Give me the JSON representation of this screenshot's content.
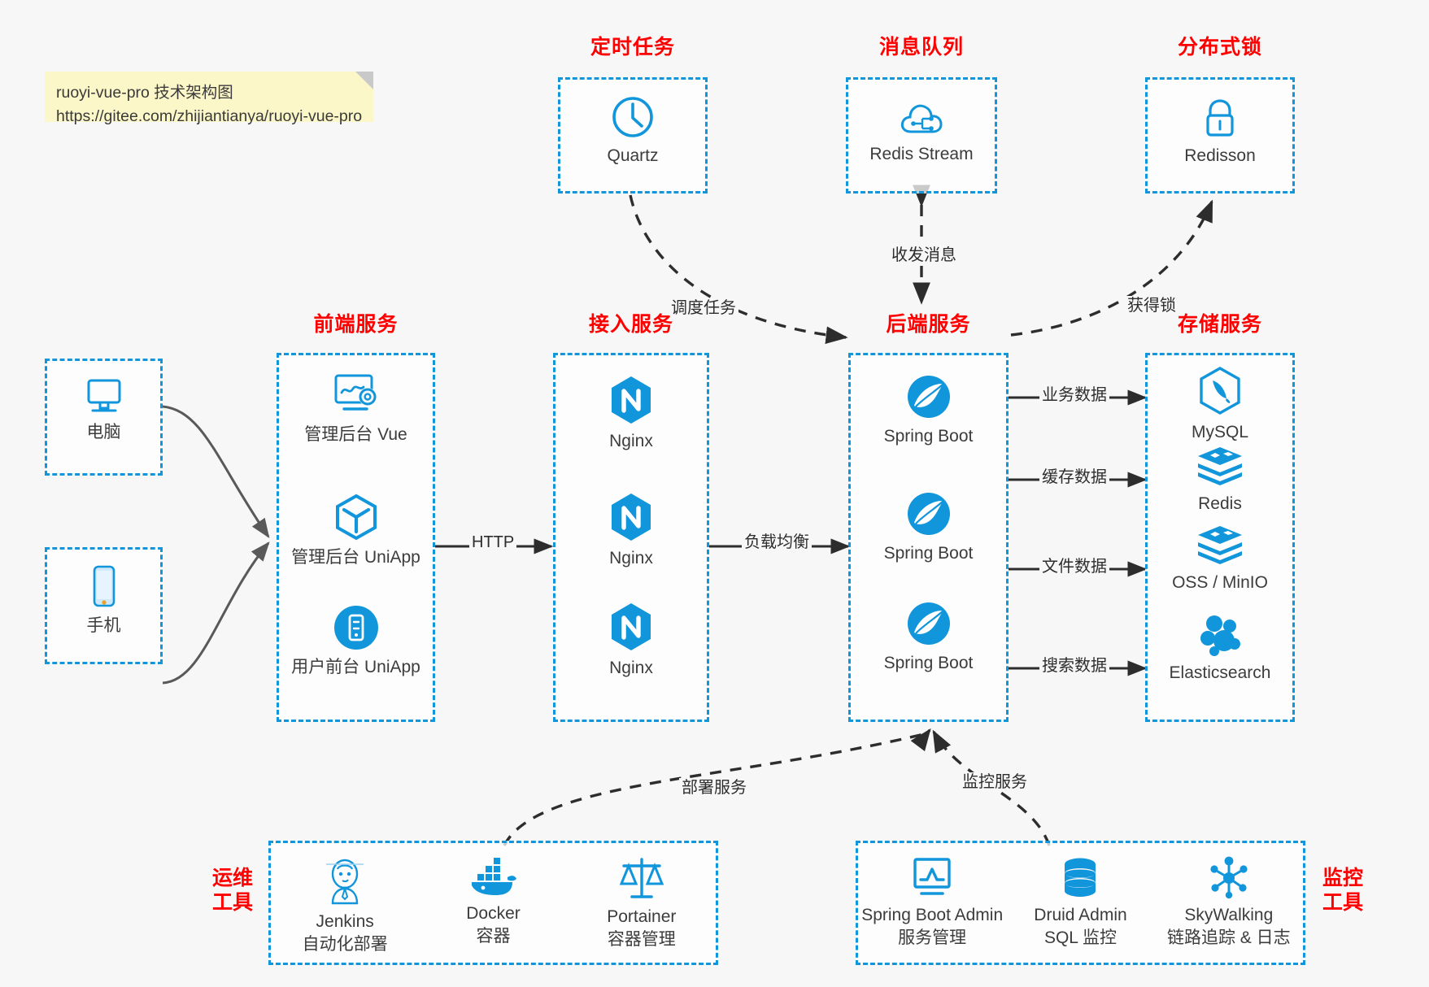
{
  "note": {
    "line1": "ruoyi-vue-pro 技术架构图",
    "line2": "https://gitee.com/zhijiantianya/ruoyi-vue-pro"
  },
  "colors": {
    "box_border": "#1296db",
    "icon_blue": "#1296db",
    "group_title": "#ff0000",
    "edge": "#2d2d2d",
    "background": "#f7f7f7",
    "note_bg": "#fcf7c8"
  },
  "groups": {
    "scheduler": {
      "title": "定时任务",
      "nodes": [
        {
          "label": "Quartz",
          "icon": "clock-icon"
        }
      ]
    },
    "mq": {
      "title": "消息队列",
      "nodes": [
        {
          "label": "Redis Stream",
          "icon": "cloud-stream-icon"
        }
      ]
    },
    "lock": {
      "title": "分布式锁",
      "nodes": [
        {
          "label": "Redisson",
          "icon": "lock-icon"
        }
      ]
    },
    "clients": {
      "nodes": [
        {
          "label": "电脑",
          "icon": "desktop-icon"
        },
        {
          "label": "手机",
          "icon": "mobile-icon"
        }
      ]
    },
    "frontend": {
      "title": "前端服务",
      "nodes": [
        {
          "label": "管理后台 Vue",
          "icon": "dashboard-gear-icon"
        },
        {
          "label": "管理后台 UniApp",
          "icon": "cube-icon"
        },
        {
          "label": "用户前台 UniApp",
          "icon": "app-circle-icon"
        }
      ]
    },
    "gateway": {
      "title": "接入服务",
      "nodes": [
        {
          "label": "Nginx",
          "icon": "nginx-icon"
        },
        {
          "label": "Nginx",
          "icon": "nginx-icon"
        },
        {
          "label": "Nginx",
          "icon": "nginx-icon"
        }
      ]
    },
    "backend": {
      "title": "后端服务",
      "nodes": [
        {
          "label": "Spring Boot",
          "icon": "spring-boot-icon"
        },
        {
          "label": "Spring Boot",
          "icon": "spring-boot-icon"
        },
        {
          "label": "Spring Boot",
          "icon": "spring-boot-icon"
        }
      ]
    },
    "storage": {
      "title": "存储服务",
      "nodes": [
        {
          "label": "MySQL",
          "icon": "mysql-icon"
        },
        {
          "label": "Redis",
          "icon": "redis-icon"
        },
        {
          "label": "OSS / MinIO",
          "icon": "oss-icon"
        },
        {
          "label": "Elasticsearch",
          "icon": "elasticsearch-icon"
        }
      ]
    },
    "devops": {
      "title_line1": "运维",
      "title_line2": "工具",
      "nodes": [
        {
          "name": "Jenkins",
          "desc": "自动化部署",
          "icon": "jenkins-icon"
        },
        {
          "name": "Docker",
          "desc": "容器",
          "icon": "docker-icon"
        },
        {
          "name": "Portainer",
          "desc": "容器管理",
          "icon": "scales-icon"
        }
      ]
    },
    "monitoring": {
      "title_line1": "监控",
      "title_line2": "工具",
      "nodes": [
        {
          "name": "Spring Boot Admin",
          "desc": "服务管理",
          "icon": "monitor-chart-icon"
        },
        {
          "name": "Druid Admin",
          "desc": "SQL 监控",
          "icon": "database-icon"
        },
        {
          "name": "SkyWalking",
          "desc": "链路追踪 & 日志",
          "icon": "skywalking-icon"
        }
      ]
    }
  },
  "edges": [
    {
      "id": "schedule-task",
      "label": "调度任务",
      "from": "scheduler",
      "to": "backend",
      "style": "dashed"
    },
    {
      "id": "send-receive-message",
      "label": "收发消息",
      "from": "mq",
      "to": "backend",
      "style": "dashed"
    },
    {
      "id": "acquire-lock",
      "label": "获得锁",
      "from": "backend",
      "to": "lock",
      "style": "dashed"
    },
    {
      "id": "http",
      "label": "HTTP",
      "from": "frontend",
      "to": "gateway",
      "style": "solid"
    },
    {
      "id": "load-balance",
      "label": "负载均衡",
      "from": "gateway",
      "to": "backend",
      "style": "solid"
    },
    {
      "id": "business-data",
      "label": "业务数据",
      "from": "backend",
      "to": "storage",
      "style": "solid"
    },
    {
      "id": "cache-data",
      "label": "缓存数据",
      "from": "backend",
      "to": "storage",
      "style": "solid"
    },
    {
      "id": "file-data",
      "label": "文件数据",
      "from": "backend",
      "to": "storage",
      "style": "solid"
    },
    {
      "id": "search-data",
      "label": "搜索数据",
      "from": "backend",
      "to": "storage",
      "style": "solid"
    },
    {
      "id": "deploy-service",
      "label": "部署服务",
      "from": "devops",
      "to": "backend",
      "style": "dashed"
    },
    {
      "id": "monitor-service",
      "label": "监控服务",
      "from": "monitoring",
      "to": "backend",
      "style": "dashed"
    }
  ]
}
